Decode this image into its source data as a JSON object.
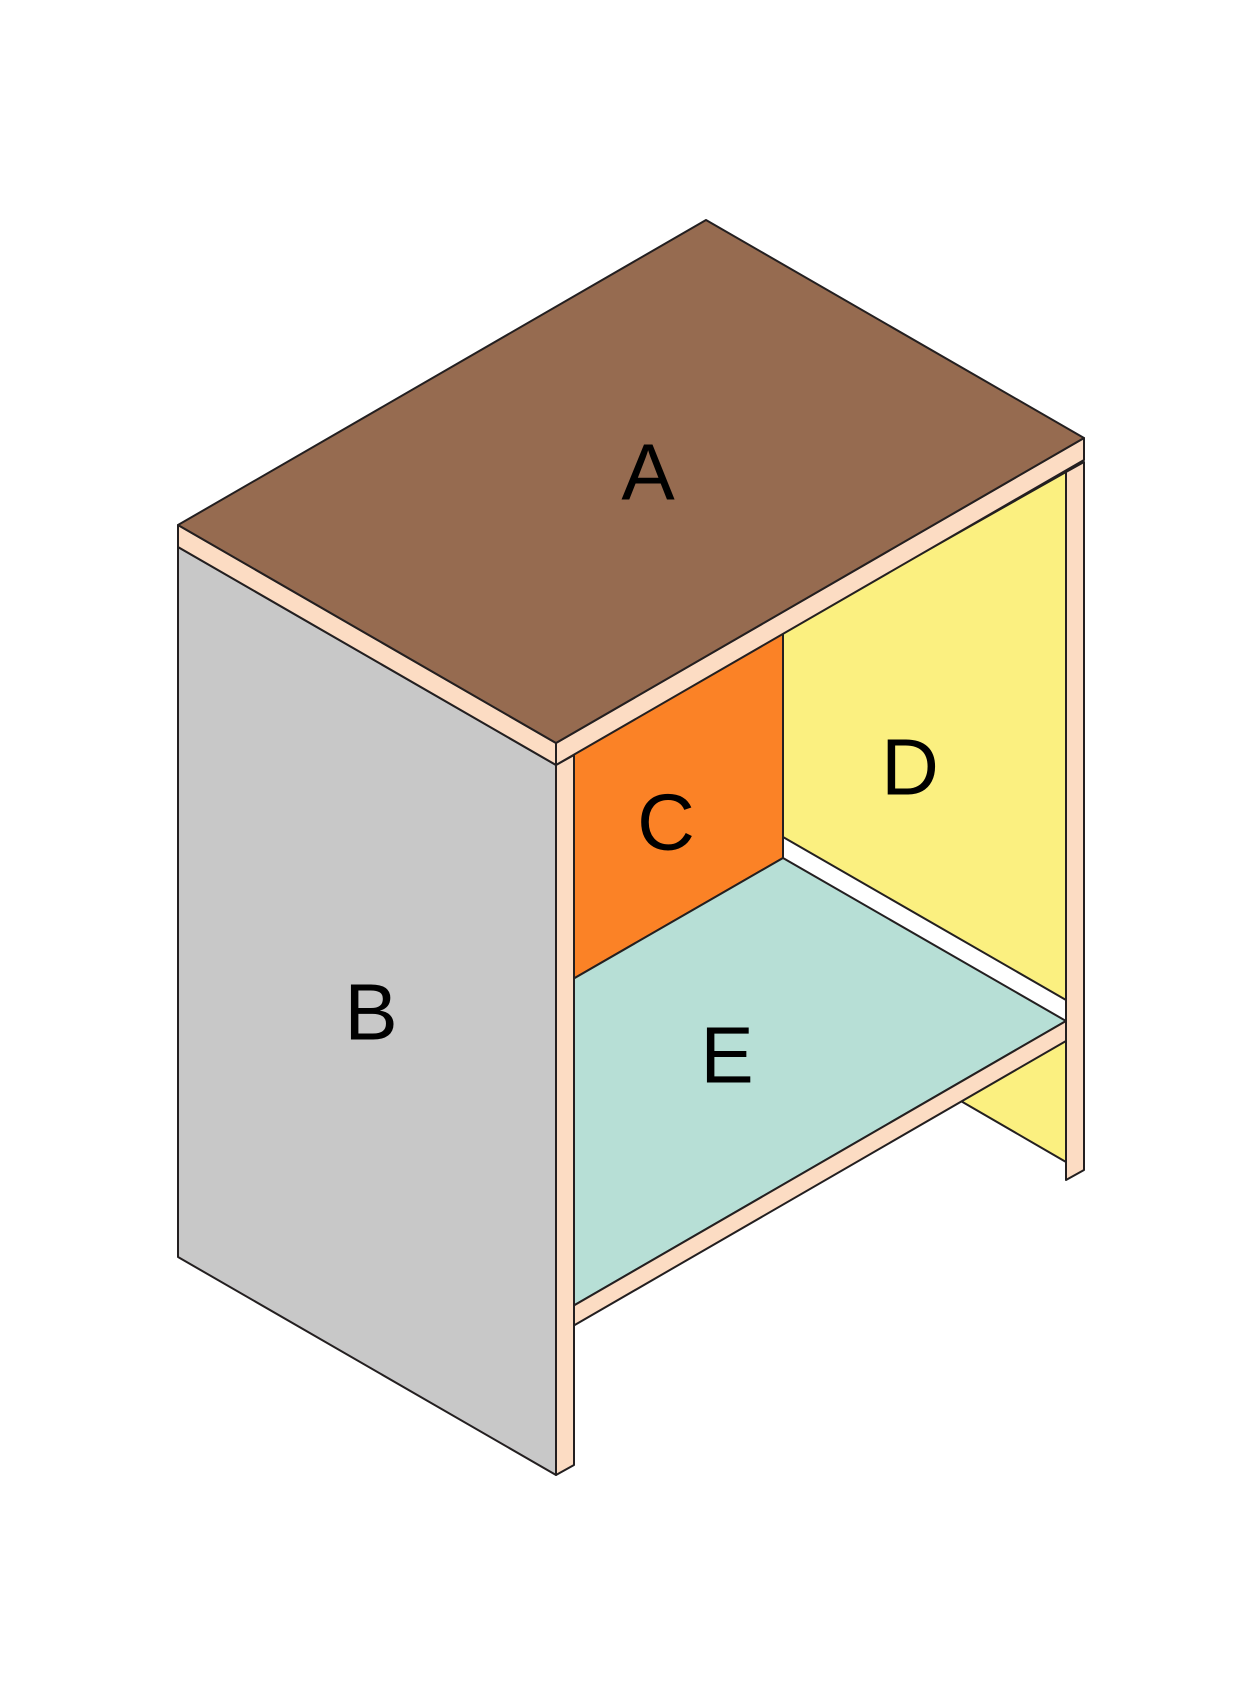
{
  "labels": {
    "a": "A",
    "b": "B",
    "c": "C",
    "d": "D",
    "e": "E"
  },
  "colors": {
    "top_panel_a": "#966b50",
    "left_side_panel_b": "#c8c8c8",
    "back_panel_c": "#fb8226",
    "right_side_panel_d": "#fbf080",
    "shelf_panel_e": "#b7dfd6",
    "panel_edges": "#fcdcc3",
    "outline": "#231f20"
  }
}
